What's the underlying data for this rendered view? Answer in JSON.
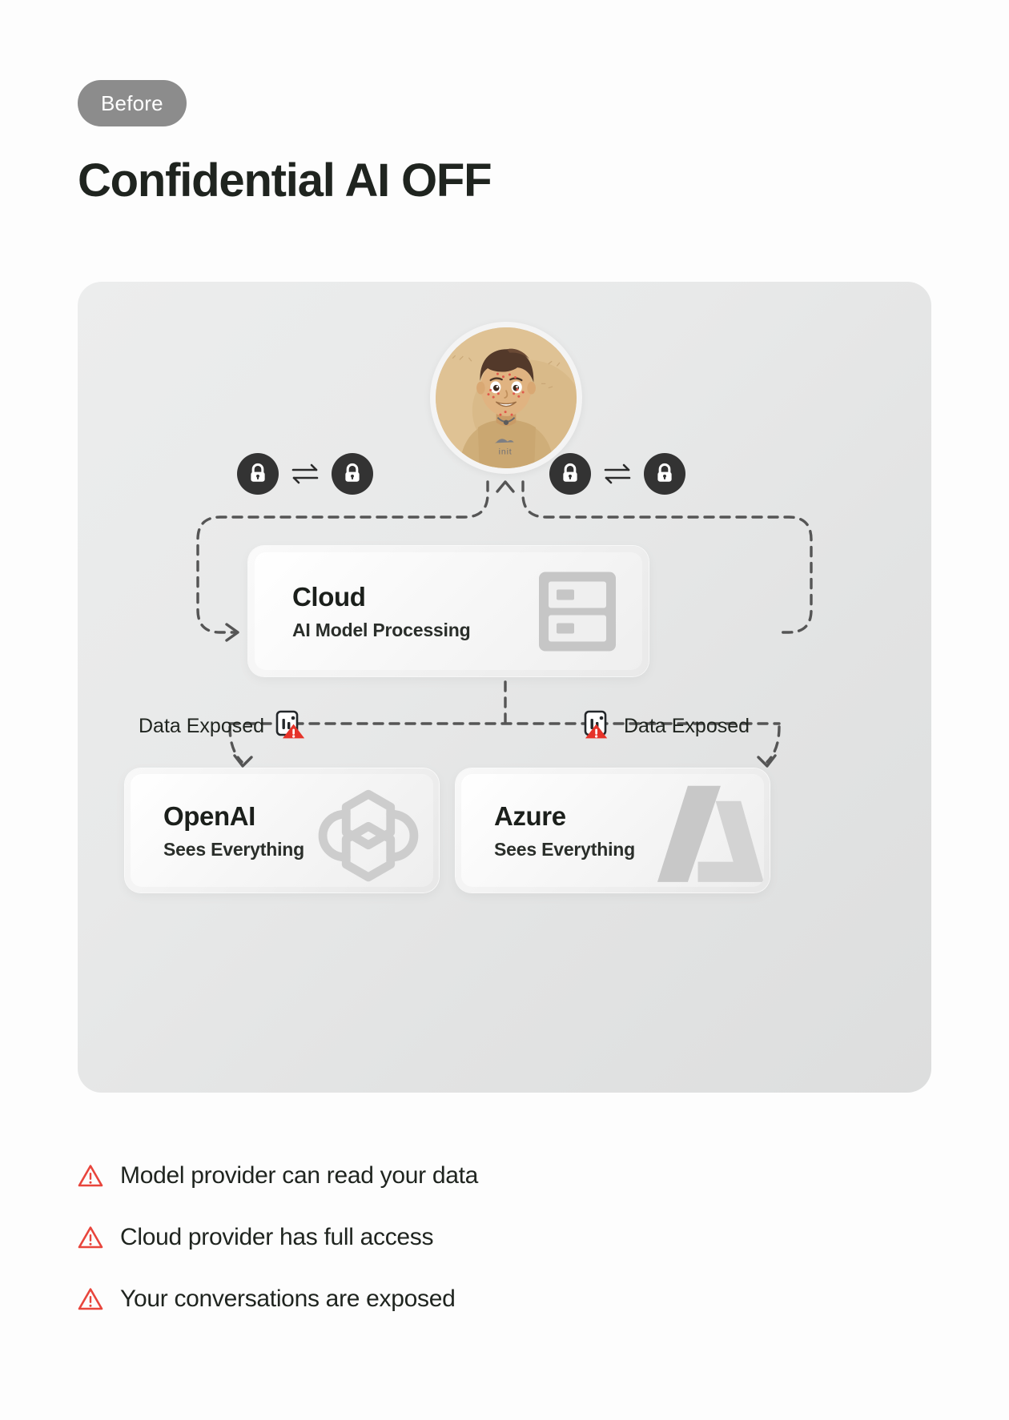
{
  "header": {
    "badge_label": "Before",
    "title": "Confidential AI OFF"
  },
  "diagram": {
    "avatar": {
      "alt": "user-avatar",
      "shirt_text": "init"
    },
    "lock_pair_left": {
      "lock_a_icon": "lock-icon",
      "exchange_icon": "bidirectional-arrows-icon",
      "lock_b_icon": "lock-icon"
    },
    "lock_pair_right": {
      "lock_a_icon": "lock-icon",
      "exchange_icon": "bidirectional-arrows-icon",
      "lock_b_icon": "lock-icon"
    },
    "cloud_card": {
      "title": "Cloud",
      "subtitle": "AI Model Processing",
      "icon": "server-rack-icon"
    },
    "exposed_left": {
      "label": "Data Exposed",
      "icon": "document-warning-icon"
    },
    "exposed_right": {
      "label": "Data Exposed",
      "icon": "document-warning-icon"
    },
    "providers": [
      {
        "name": "OpenAI",
        "status": "Sees Everything",
        "logo": "openai-logo"
      },
      {
        "name": "Azure",
        "status": "Sees Everything",
        "logo": "azure-logo"
      }
    ]
  },
  "bullets": [
    {
      "icon": "warning-triangle-icon",
      "text": "Model provider can read your data"
    },
    {
      "icon": "warning-triangle-icon",
      "text": "Cloud provider has full access"
    },
    {
      "icon": "warning-triangle-icon",
      "text": "Your conversations are exposed"
    }
  ],
  "colors": {
    "badge_bg": "#8c8c8c",
    "title_text": "#1f241f",
    "panel_bg": "#e8e9e9",
    "lock_circle": "#333333",
    "warning_red": "#e63329",
    "connector": "#555555",
    "logo_watermark": "#cfcfcf"
  }
}
